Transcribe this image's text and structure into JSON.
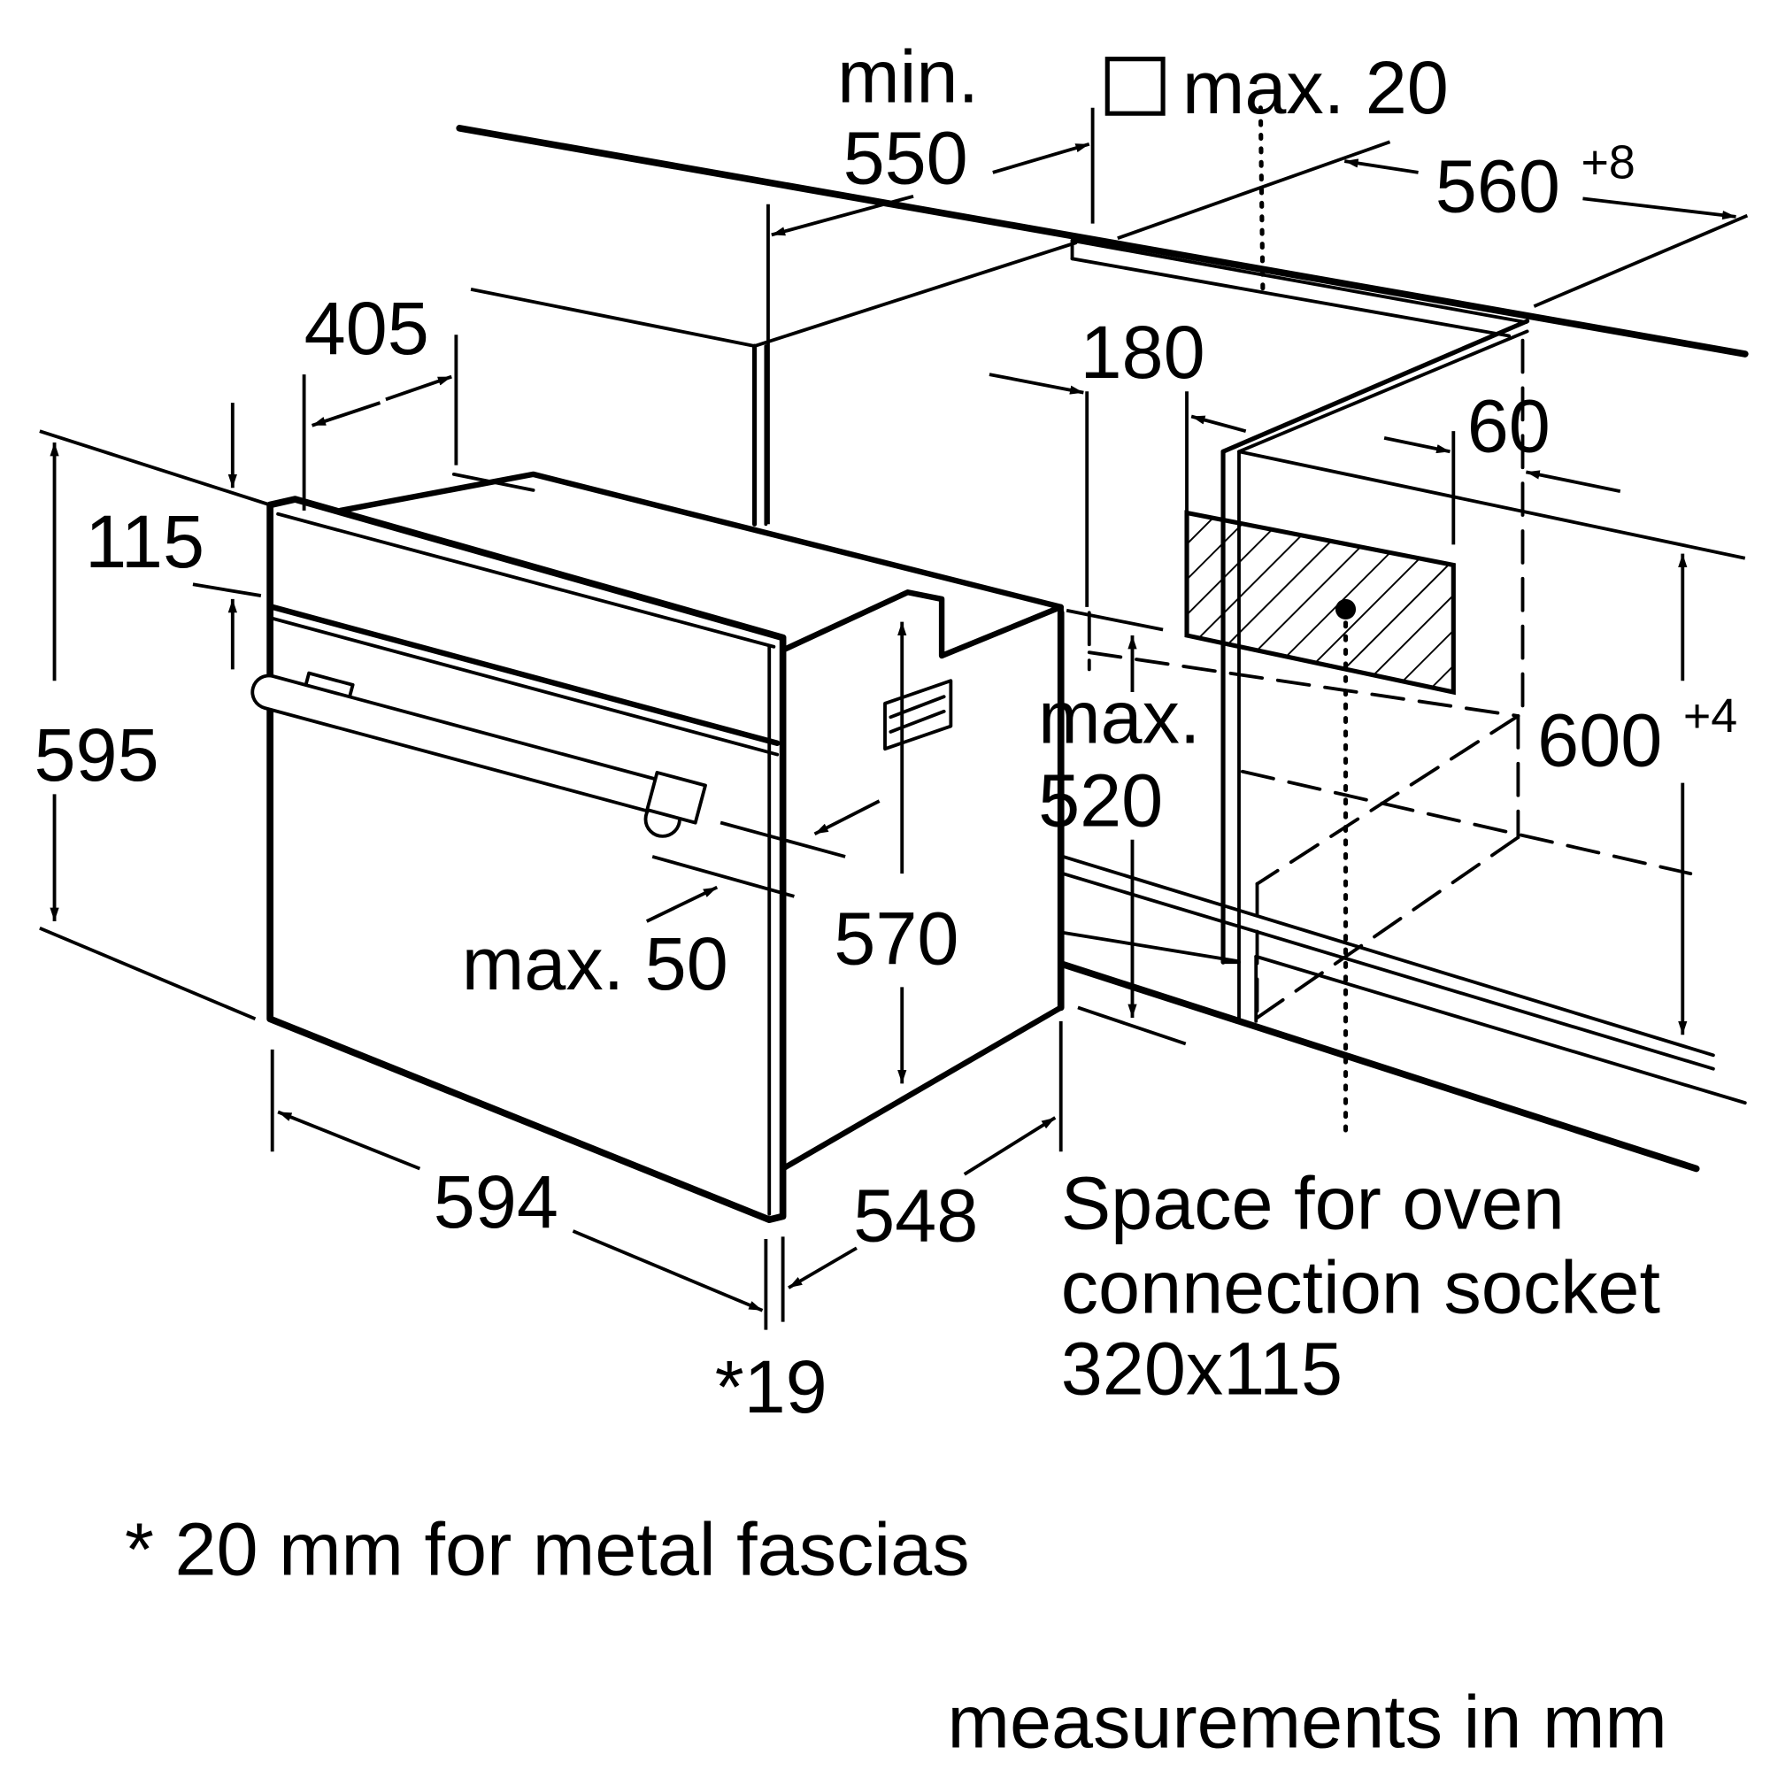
{
  "diagram": {
    "colors": {
      "ink": "#000000",
      "background": "#ffffff"
    },
    "dimensions": {
      "min_label": "min.",
      "min_value": "550",
      "max20_label": "max. 20",
      "width_niche": "560",
      "width_niche_sup": "+8",
      "depth_top": "405",
      "gap_180": "180",
      "gap_60": "60",
      "front_115": "115",
      "height_595": "595",
      "height_niche": "600",
      "height_niche_sup": "+4",
      "max520_label": "max.",
      "max520_value": "520",
      "height_570": "570",
      "max50": "max. 50",
      "width_594": "594",
      "depth_548": "548",
      "fascia": "*19"
    },
    "socket_note": {
      "line1": "Space for oven",
      "line2": "connection socket",
      "line3": "320x115"
    },
    "footnote": "* 20 mm for metal fascias",
    "units_note": "measurements in mm"
  }
}
